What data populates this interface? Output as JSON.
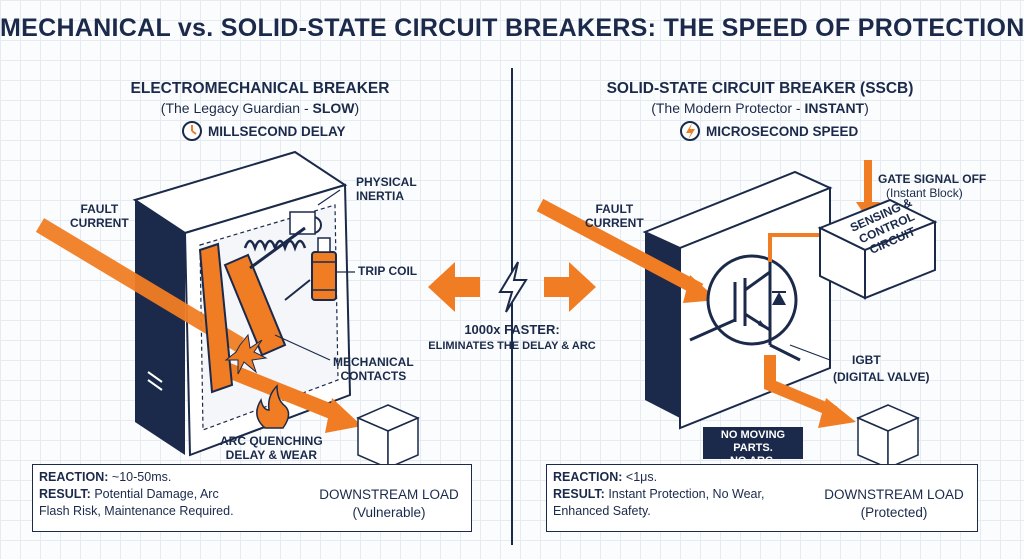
{
  "title": "MECHANICAL vs. SOLID-STATE CIRCUIT BREAKERS: THE SPEED OF PROTECTION",
  "left": {
    "heading": "ELECTROMECHANICAL BREAKER",
    "subtitle_prefix": "(The Legacy Guardian - ",
    "subtitle_emph": "SLOW",
    "subtitle_suffix": ")",
    "badge": "MILLSECOND DELAY",
    "badge_icon": "clock-icon",
    "labels": {
      "fault_current": "FAULT\nCURRENT",
      "physical_inertia": "PHYSICAL\nINERTIA",
      "trip_coil": "TRIP COIL",
      "mechanical_contacts": "MECHANICAL\nCONTACTS",
      "arc_quenching": "ARC QUENCHING\nDELAY & WEAR"
    },
    "reaction_label": "REACTION:",
    "reaction_value": " ~10-50ms.",
    "result_label": "RESULT:",
    "result_value": " Potential Damage, Arc",
    "result_value2": "Flash Risk, Maintenance Required.",
    "load_title": "DOWNSTREAM LOAD",
    "load_state": "(Vulnerable)"
  },
  "right": {
    "heading": "SOLID-STATE CIRCUIT BREAKER (SSCB)",
    "subtitle_prefix": "(The Modern Protector - ",
    "subtitle_emph": "INSTANT",
    "subtitle_suffix": ")",
    "badge": "MICROSECOND SPEED",
    "badge_icon": "lightning-icon",
    "labels": {
      "fault_current": "FAULT\nCURRENT",
      "gate_signal": "GATE SIGNAL OFF",
      "gate_signal_sub": "(Instant Block)",
      "sensing": "SENSING &\nCONTROL\nCIRCUIT",
      "igbt": "IGBT",
      "igbt_sub": "(DIGITAL VALVE)",
      "no_moving": "NO MOVING PARTS.\nNO ARC."
    },
    "reaction_label": "REACTION:",
    "reaction_value": " <1μs.",
    "result_label": "RESULT:",
    "result_value": " Instant Protection, No Wear,",
    "result_value2": "Enhanced Safety.",
    "load_title": "DOWNSTREAM LOAD",
    "load_state": "(Protected)"
  },
  "center": {
    "faster": "1000x FASTER:",
    "eliminates": "ELIMINATES THE DELAY & ARC"
  },
  "colors": {
    "navy": "#1b2a4a",
    "orange": "#f07d24",
    "background": "#fbfcfd"
  }
}
